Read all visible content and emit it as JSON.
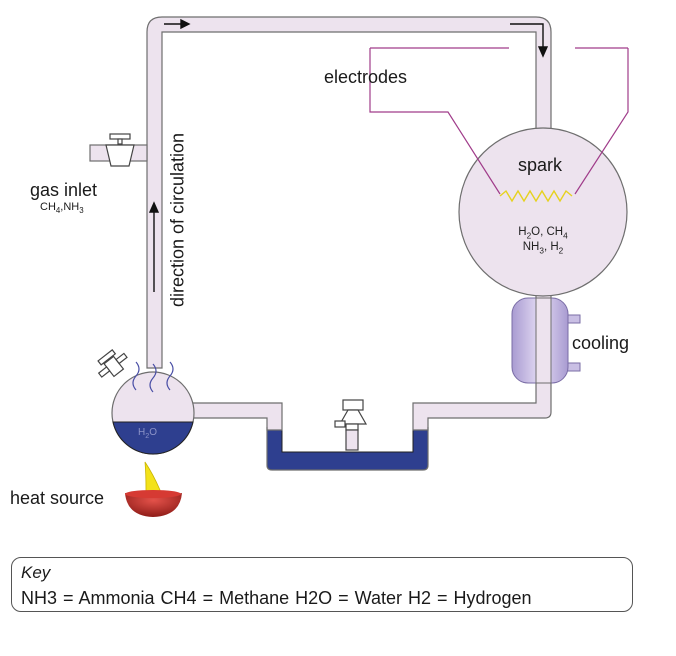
{
  "labels": {
    "electrodes": "electrodes",
    "spark": "spark",
    "gas_inlet": "gas inlet",
    "gas_inlet_formula": {
      "a": "CH",
      "a_sub": "4",
      "b": ",NH",
      "b_sub": "3"
    },
    "direction": "direction of circulation",
    "cooling": "cooling",
    "heat_source": "heat source",
    "flask_contents": {
      "h2o": "H",
      "h2o_sub": "2",
      "h2o_end": "O, CH",
      "ch4_sub": "4",
      "nh3": "NH",
      "nh3_sub": "3",
      "h2": ", H",
      "h2_sub": "2"
    },
    "water_in_flask": {
      "h": "H",
      "sub": "2",
      "o": "O"
    }
  },
  "key": {
    "title": "Key",
    "text": "NH3 = Ammonia  CH4 = Methane   H2O = Water  H2 = Hydrogen"
  },
  "colors": {
    "tube_fill": "#ede3ee",
    "tube_stroke": "#6e6e6e",
    "water": "#2e3f8f",
    "electrode_wire": "#a03c8a",
    "spark": "#e6d21e",
    "condenser": "#b8acd9",
    "flame": "#f3e21a",
    "burner": "#c0302a"
  }
}
